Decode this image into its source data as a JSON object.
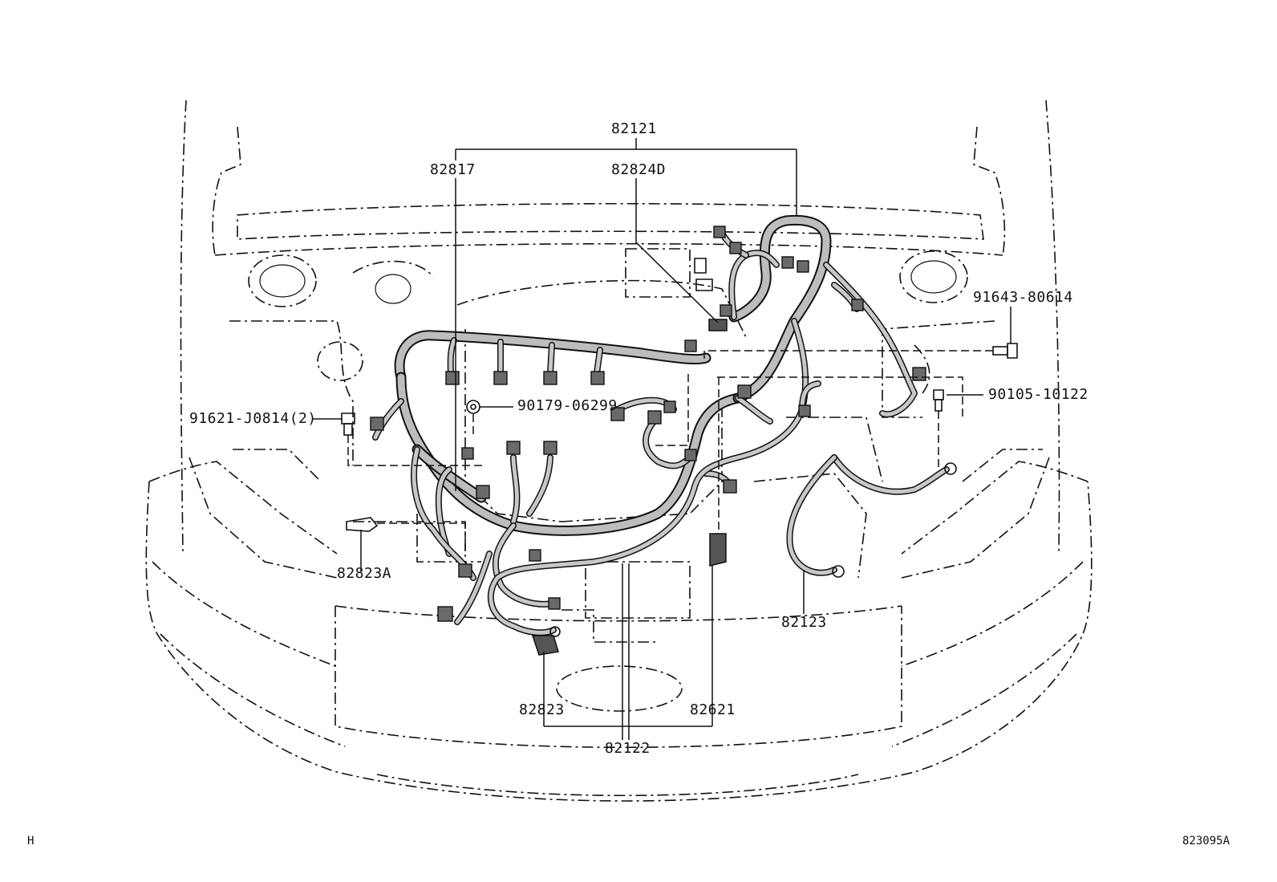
{
  "part_labels": [
    {
      "id": "82121",
      "text": "82121"
    },
    {
      "id": "82817",
      "text": "82817"
    },
    {
      "id": "82824D",
      "text": "82824D"
    },
    {
      "id": "91643-80614",
      "text": "91643-80614"
    },
    {
      "id": "90179-06299",
      "text": "90179-06299"
    },
    {
      "id": "90105-10122",
      "text": "90105-10122"
    },
    {
      "id": "91621-J0814",
      "text": "91621-J0814(2)"
    },
    {
      "id": "82823A",
      "text": "82823A"
    },
    {
      "id": "82123",
      "text": "82123"
    },
    {
      "id": "82823",
      "text": "82823"
    },
    {
      "id": "82621",
      "text": "82621"
    },
    {
      "id": "82122",
      "text": "82122"
    }
  ],
  "corner_left": "H",
  "corner_right": "823095A"
}
